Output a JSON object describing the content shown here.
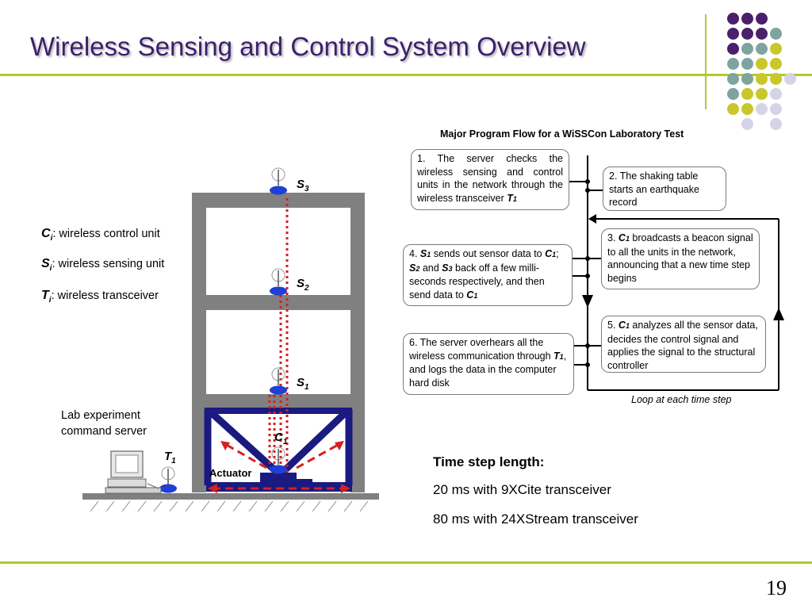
{
  "title": "Wireless Sensing and Control System Overview",
  "page_number": "19",
  "legend": [
    {
      "symbol": "C",
      "subscript": "i",
      "text": ": wireless control unit"
    },
    {
      "symbol": "S",
      "subscript": "i",
      "text": ": wireless sensing unit"
    },
    {
      "symbol": "T",
      "subscript": "i",
      "text": ": wireless transceiver"
    }
  ],
  "server_label_line1": "Lab experiment",
  "server_label_line2": "command server",
  "actuator_label": "Actuator",
  "sensors": {
    "s3": {
      "symbol": "S",
      "sub": "3"
    },
    "s2": {
      "symbol": "S",
      "sub": "2"
    },
    "s1": {
      "symbol": "S",
      "sub": "1"
    },
    "c1": {
      "symbol": "C",
      "sub": "1"
    },
    "t1": {
      "symbol": "T",
      "sub": "1"
    }
  },
  "flow": {
    "title": "Major Program Flow for a WiSSCon Laboratory Test",
    "loop_caption": "Loop at each time step",
    "steps": [
      {
        "prefix": "1. The server checks the wireless sensing and control units in the network through the wireless transceiver ",
        "tail": ""
      },
      {
        "prefix": "2. The shaking table starts an earthquake record",
        "tail": ""
      },
      {
        "prefix": "3. ",
        "tail": " broadcasts a beacon signal to all the units in the network, announcing that a new time step begins"
      },
      {
        "prefix": "4. ",
        "tail": " and then send data to "
      },
      {
        "prefix": "5. ",
        "tail": " analyzes all the sensor data, decides the control signal and applies the signal to the structural controller"
      },
      {
        "prefix": "6. The server overhears all the wireless communication through ",
        "tail": ", and logs the data in the computer hard disk"
      }
    ],
    "step4_mid1": " sends out sensor data to ",
    "step4_mid2": "; ",
    "step4_mid3": " and ",
    "step4_mid4": " back off a few milli-seconds respectively,"
  },
  "time_step": {
    "heading": "Time step length:",
    "line1": "20 ms with 9XCite transceiver",
    "line2": "80 ms with 24XStream transceiver"
  },
  "colors": {
    "title": "#3b1f6e",
    "accent_rule": "#b5c72d",
    "structure": "#808080",
    "brace": "#1a1a80",
    "sensor": "#1f3fd6",
    "signal": "#d42020",
    "dot_purple": "#4a1f6b",
    "dot_teal": "#7fa39e",
    "dot_yellow": "#c9c72a",
    "dot_lavender": "#d4d4e6"
  }
}
